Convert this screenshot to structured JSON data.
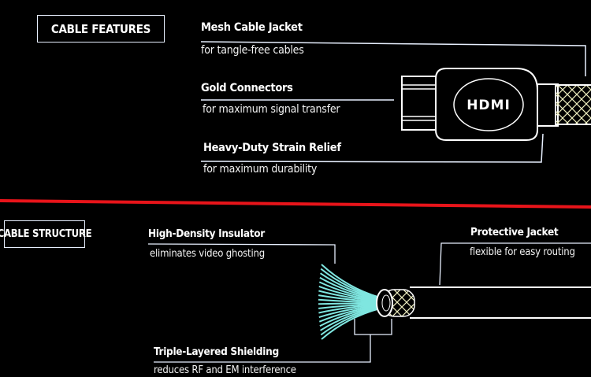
{
  "features": {
    "heading": "CABLE FEATURES",
    "items": [
      {
        "title": "Mesh Cable Jacket",
        "desc": "for tangle-free cables"
      },
      {
        "title": "Gold Connectors",
        "desc": "for maximum signal transfer"
      },
      {
        "title": "Heavy-Duty Strain Relief",
        "desc": "for maximum durability"
      }
    ],
    "connector_logo": "HDMI"
  },
  "structure": {
    "heading": "CABLE STRUCTURE",
    "items": [
      {
        "title": "High-Density Insulator",
        "desc": "eliminates video ghosting"
      },
      {
        "title": "Protective Jacket",
        "desc": "flexible for easy routing"
      },
      {
        "title": "Triple-Layered Shielding",
        "desc": "reduces RF and EM interference"
      }
    ]
  },
  "colors": {
    "divider": "#e8141a",
    "line": "#e8f0ff",
    "fiber": "#7fe6e0"
  }
}
